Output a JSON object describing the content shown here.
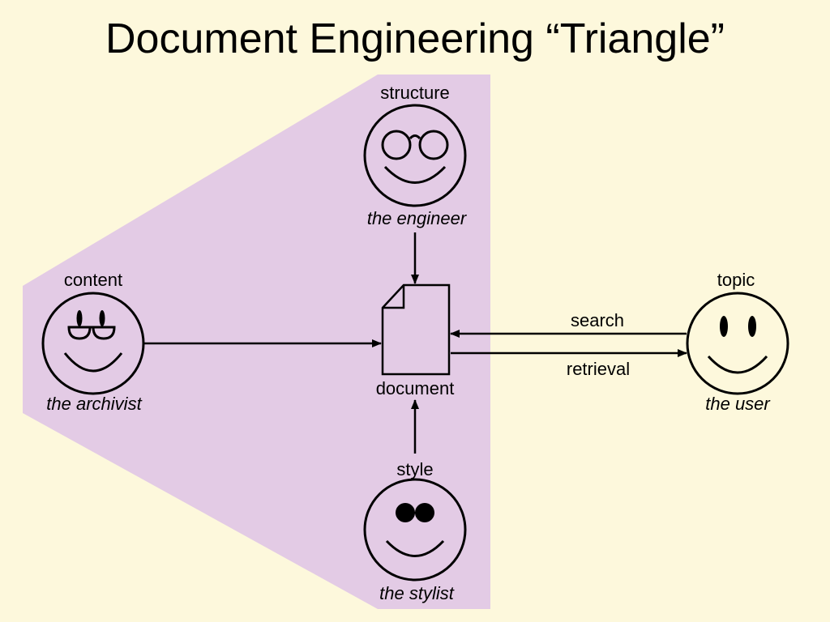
{
  "title": "Document Engineering “Triangle”",
  "colors": {
    "background": "#fdf8dc",
    "region": "#e3cbe5",
    "stroke": "#000000"
  },
  "center": {
    "label": "document",
    "icon": "document-icon"
  },
  "actors": {
    "engineer": {
      "aspect": "structure",
      "role": "the engineer",
      "icon": "smiley-round-glasses-icon"
    },
    "archivist": {
      "aspect": "content",
      "role": "the archivist",
      "icon": "smiley-reading-glasses-icon"
    },
    "stylist": {
      "aspect": "style",
      "role": "the stylist",
      "icon": "smiley-sunglasses-icon"
    },
    "user": {
      "aspect": "topic",
      "role": "the user",
      "icon": "smiley-plain-icon"
    }
  },
  "flows": {
    "search": "search",
    "retrieval": "retrieval"
  }
}
